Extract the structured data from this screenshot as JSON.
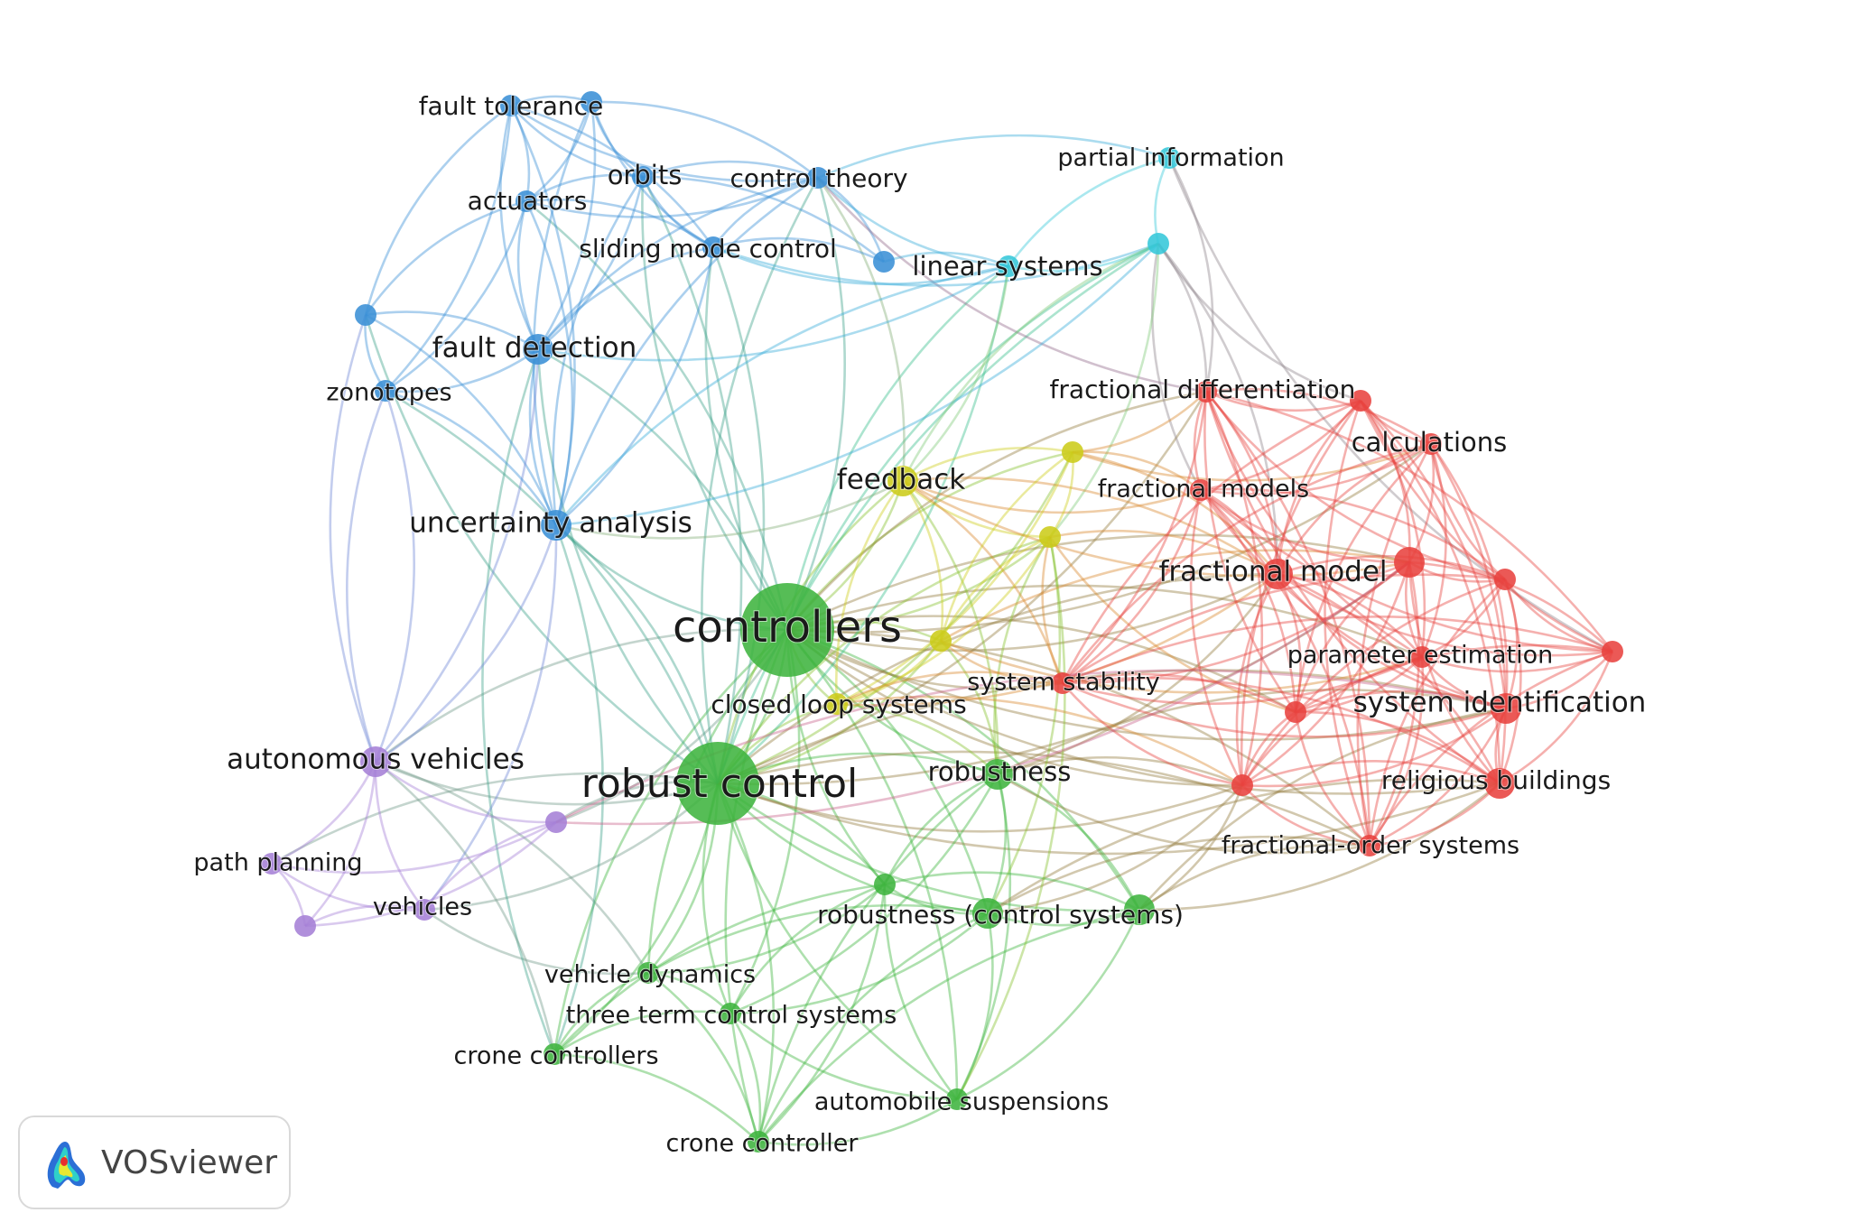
{
  "clusters": {
    "red": "#e8423f",
    "green": "#3fb43f",
    "blue": "#3a8fd6",
    "yellow": "#cccc1a",
    "purple": "#a57fd6",
    "cyan": "#34c7d9"
  },
  "nodes": [
    {
      "id": "controllers",
      "label": "controllers",
      "cluster": "green",
      "weight": 10
    },
    {
      "id": "robust_control",
      "label": "robust control",
      "cluster": "green",
      "weight": 9
    },
    {
      "id": "robustness",
      "label": "robustness",
      "cluster": "green",
      "weight": 3
    },
    {
      "id": "robustness_cs",
      "label": "robustness (control systems)",
      "cluster": "green",
      "weight": 3
    },
    {
      "id": "g1",
      "label": "",
      "cluster": "green",
      "weight": 2
    },
    {
      "id": "g2",
      "label": "",
      "cluster": "green",
      "weight": 3
    },
    {
      "id": "vehicle_dynamics",
      "label": "vehicle dynamics",
      "cluster": "green",
      "weight": 2
    },
    {
      "id": "three_term",
      "label": "three term control systems",
      "cluster": "green",
      "weight": 2
    },
    {
      "id": "crone_controllers",
      "label": "crone controllers",
      "cluster": "green",
      "weight": 2
    },
    {
      "id": "automobile_susp",
      "label": "automobile suspensions",
      "cluster": "green",
      "weight": 2
    },
    {
      "id": "crone_controller",
      "label": "crone controller",
      "cluster": "green",
      "weight": 2
    },
    {
      "id": "fault_tolerance",
      "label": "fault tolerance",
      "cluster": "blue",
      "weight": 2
    },
    {
      "id": "b1",
      "label": "",
      "cluster": "blue",
      "weight": 2
    },
    {
      "id": "orbits",
      "label": "orbits",
      "cluster": "blue",
      "weight": 2
    },
    {
      "id": "control_theory",
      "label": "control theory",
      "cluster": "blue",
      "weight": 2
    },
    {
      "id": "actuators",
      "label": "actuators",
      "cluster": "blue",
      "weight": 2
    },
    {
      "id": "sliding_mode",
      "label": "sliding mode control",
      "cluster": "blue",
      "weight": 2
    },
    {
      "id": "b2",
      "label": "",
      "cluster": "blue",
      "weight": 2
    },
    {
      "id": "b3",
      "label": "",
      "cluster": "blue",
      "weight": 2
    },
    {
      "id": "fault_detection",
      "label": "fault detection",
      "cluster": "blue",
      "weight": 3
    },
    {
      "id": "zonotopes",
      "label": "zonotopes",
      "cluster": "blue",
      "weight": 2
    },
    {
      "id": "uncertainty",
      "label": "uncertainty analysis",
      "cluster": "blue",
      "weight": 3
    },
    {
      "id": "linear_systems",
      "label": "linear systems",
      "cluster": "cyan",
      "weight": 2
    },
    {
      "id": "partial_info",
      "label": "partial information",
      "cluster": "cyan",
      "weight": 2
    },
    {
      "id": "c1",
      "label": "",
      "cluster": "cyan",
      "weight": 2
    },
    {
      "id": "feedback",
      "label": "feedback",
      "cluster": "yellow",
      "weight": 3
    },
    {
      "id": "y1",
      "label": "",
      "cluster": "yellow",
      "weight": 2
    },
    {
      "id": "y2",
      "label": "",
      "cluster": "yellow",
      "weight": 2
    },
    {
      "id": "y3",
      "label": "",
      "cluster": "yellow",
      "weight": 2
    },
    {
      "id": "closed_loop",
      "label": "closed loop systems",
      "cluster": "yellow",
      "weight": 2
    },
    {
      "id": "frac_diff",
      "label": "fractional differentiation",
      "cluster": "red",
      "weight": 2
    },
    {
      "id": "r1",
      "label": "",
      "cluster": "red",
      "weight": 2
    },
    {
      "id": "calculations",
      "label": "calculations",
      "cluster": "red",
      "weight": 2
    },
    {
      "id": "frac_models",
      "label": "fractional models",
      "cluster": "red",
      "weight": 2
    },
    {
      "id": "frac_model",
      "label": "fractional model",
      "cluster": "red",
      "weight": 3
    },
    {
      "id": "r2",
      "label": "",
      "cluster": "red",
      "weight": 3
    },
    {
      "id": "r3",
      "label": "",
      "cluster": "red",
      "weight": 2
    },
    {
      "id": "r4",
      "label": "",
      "cluster": "red",
      "weight": 2
    },
    {
      "id": "param_est",
      "label": "parameter estimation",
      "cluster": "red",
      "weight": 2
    },
    {
      "id": "system_stability",
      "label": "system stability",
      "cluster": "red",
      "weight": 2
    },
    {
      "id": "sys_ident",
      "label": "system identification",
      "cluster": "red",
      "weight": 3
    },
    {
      "id": "r5",
      "label": "",
      "cluster": "red",
      "weight": 2
    },
    {
      "id": "r6",
      "label": "",
      "cluster": "red",
      "weight": 2
    },
    {
      "id": "religious",
      "label": "religious buildings",
      "cluster": "red",
      "weight": 3
    },
    {
      "id": "frac_order",
      "label": "fractional-order systems",
      "cluster": "red",
      "weight": 2
    },
    {
      "id": "autonomous",
      "label": "autonomous vehicles",
      "cluster": "purple",
      "weight": 3
    },
    {
      "id": "p1",
      "label": "",
      "cluster": "purple",
      "weight": 2
    },
    {
      "id": "path_planning",
      "label": "path planning",
      "cluster": "purple",
      "weight": 2
    },
    {
      "id": "vehicles",
      "label": "vehicles",
      "cluster": "purple",
      "weight": 2
    },
    {
      "id": "p2",
      "label": "",
      "cluster": "purple",
      "weight": 2
    }
  ],
  "logo": {
    "text": "VOSviewer"
  }
}
